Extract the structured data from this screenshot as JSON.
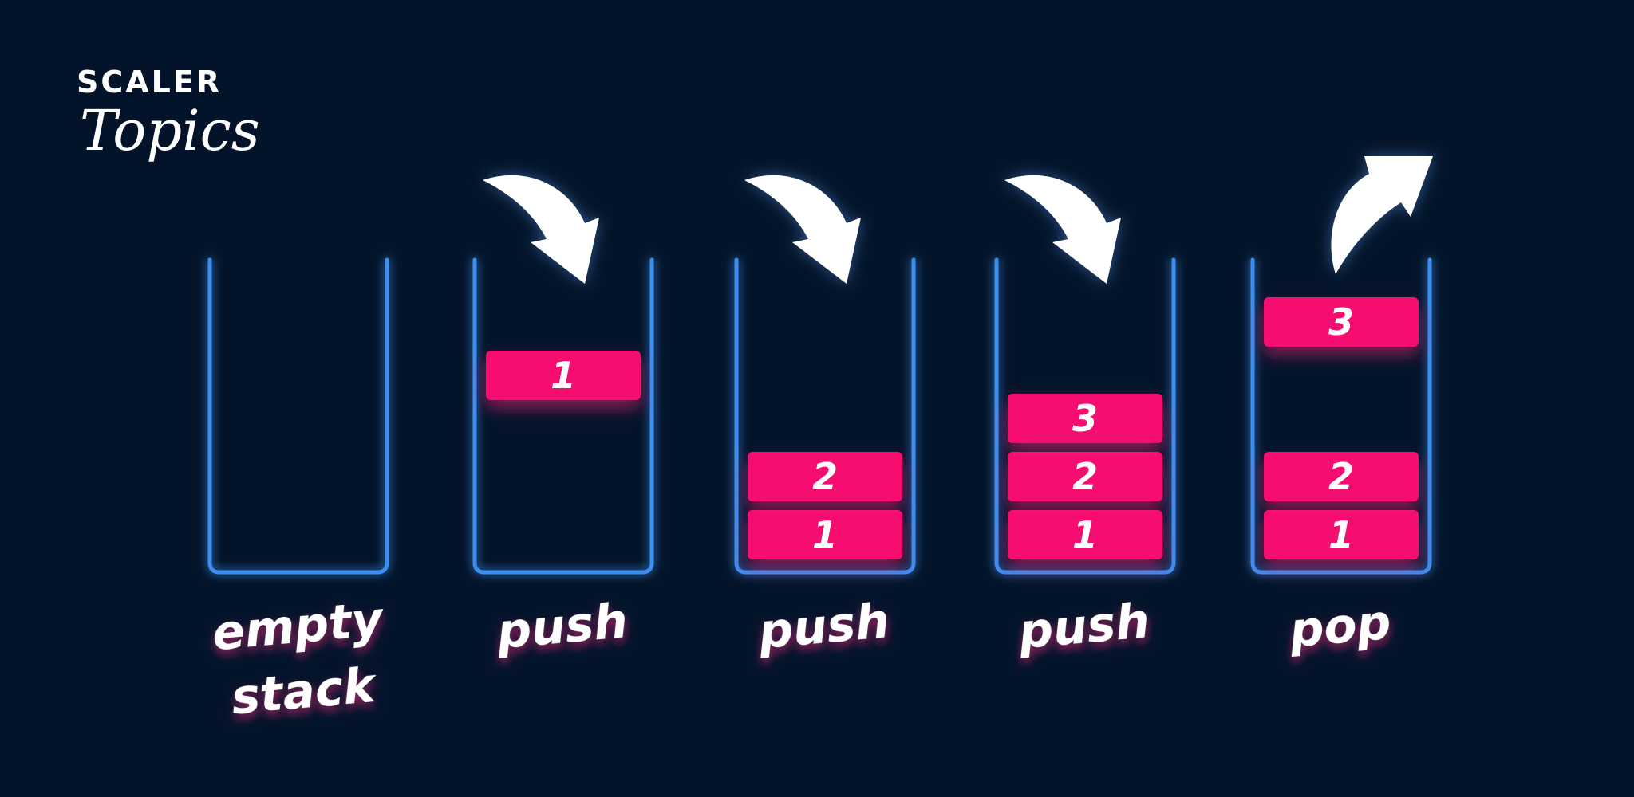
{
  "logo": {
    "top": "SCALER",
    "bottom": "Topics"
  },
  "colors": {
    "background": "#03142a",
    "container": "#3d8fef",
    "block": "#f50a6f",
    "text": "#ffffff"
  },
  "stacks": [
    {
      "label_lines": [
        "empty",
        "stack"
      ],
      "arrow": "none",
      "blocks": []
    },
    {
      "label_lines": [
        "push"
      ],
      "arrow": "in",
      "blocks": [
        {
          "value": "1",
          "slot": "falling"
        }
      ]
    },
    {
      "label_lines": [
        "push"
      ],
      "arrow": "in",
      "blocks": [
        {
          "value": "1",
          "slot": 0
        },
        {
          "value": "2",
          "slot": 1
        }
      ]
    },
    {
      "label_lines": [
        "push"
      ],
      "arrow": "in",
      "blocks": [
        {
          "value": "1",
          "slot": 0
        },
        {
          "value": "2",
          "slot": 1
        },
        {
          "value": "3",
          "slot": 2
        }
      ]
    },
    {
      "label_lines": [
        "pop"
      ],
      "arrow": "out",
      "blocks": [
        {
          "value": "1",
          "slot": 0
        },
        {
          "value": "2",
          "slot": 1
        },
        {
          "value": "3",
          "slot": "removed"
        }
      ]
    }
  ]
}
